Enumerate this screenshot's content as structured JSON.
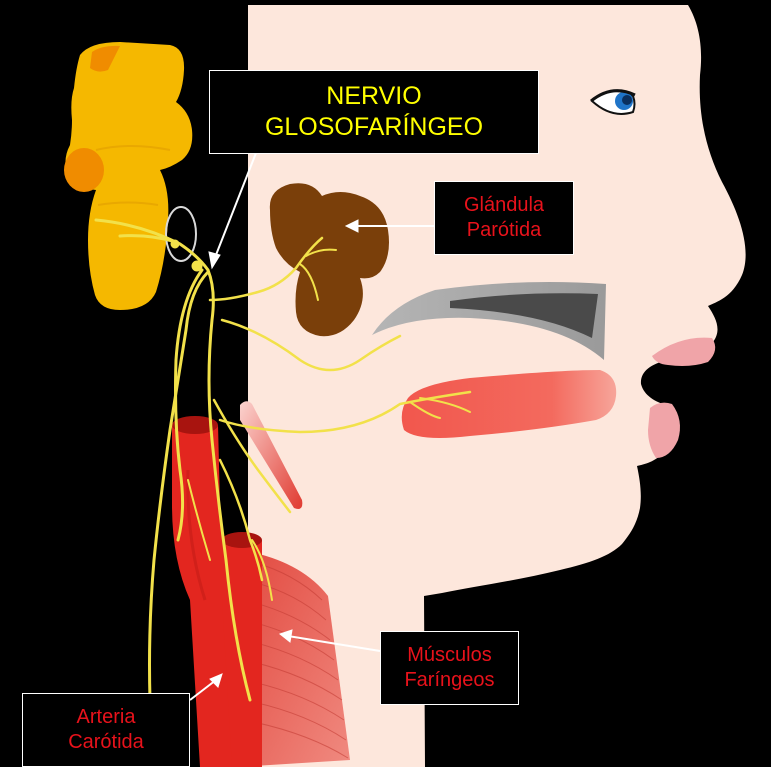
{
  "colors": {
    "background": "#000000",
    "skin": "#fde7dc",
    "nerve": "#f2e14a",
    "brainstem": "#f5b800",
    "parotid": "#7a3f0a",
    "artery": "#e3261f",
    "muscle": "#e85c50",
    "tongue": "#f0524a",
    "palate": "#a9a9a9",
    "lips": "#f0a4a8",
    "eye_iris": "#1f74c8",
    "nerve_label_text": "#ffff00",
    "structure_label_text": "#e8121b"
  },
  "labels": {
    "nerve": {
      "line1": "NERVIO",
      "line2": "GLOSOFARÍNGEO"
    },
    "parotid": {
      "line1": "Glándula",
      "line2": "Parótida"
    },
    "muscles": {
      "line1": "Músculos",
      "line2": "Faríngeos"
    },
    "carotid": {
      "line1": "Arteria",
      "line2": "Carótida"
    }
  }
}
